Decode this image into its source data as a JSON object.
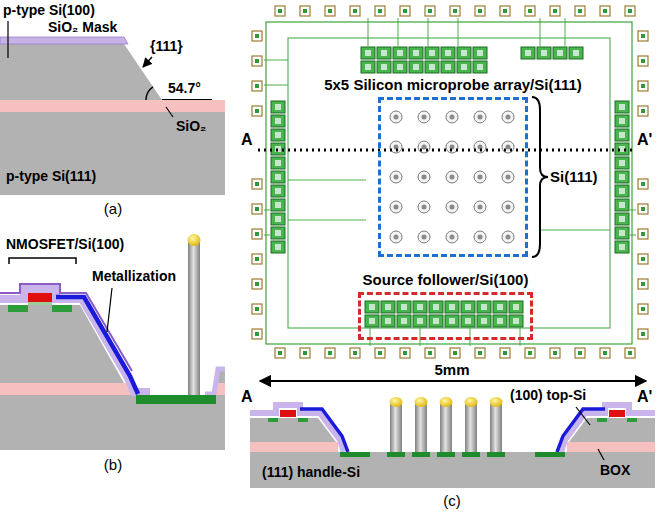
{
  "diagram": {
    "nodes": [
      {
        "text": [
          "5x5 Silicon microprobe array/Si(111)"
        ]
      },
      {
        "text": [
          "Source follower/Si(100)"
        ]
      }
    ],
    "labels": [
      "p-type Si(100)",
      "SiO₂ Mask",
      "{111}",
      "54.7°",
      "SiO₂",
      "p-type Si(111)",
      "(a)",
      "NMOSFET/Si(100)",
      "Metallization",
      "(b)",
      "A",
      "A'",
      "Si(111)",
      "5mm",
      "(100) top-Si",
      "BOX",
      "(111) handle-Si",
      "A",
      "A'",
      "(c)"
    ]
  }
}
